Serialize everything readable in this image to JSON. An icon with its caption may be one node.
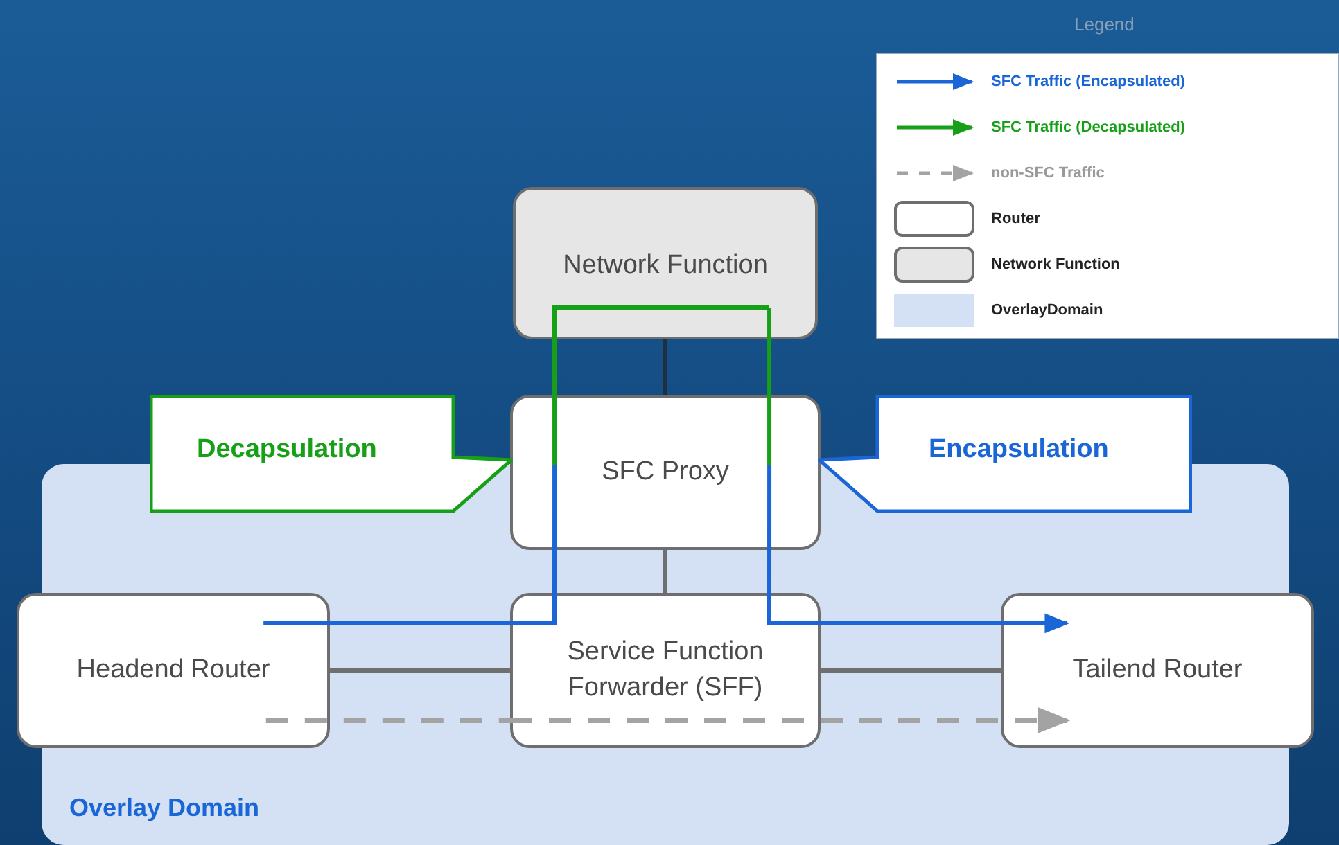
{
  "diagram": {
    "nodes": [
      {
        "text": [
          "Overlay Domain"
        ]
      },
      {
        "text": [
          "Network Function"
        ]
      },
      {
        "text": [
          "SFC Proxy"
        ]
      },
      {
        "text": [
          "Headend Router"
        ]
      },
      {
        "text": [
          "Service Function Forwarder (SFF)"
        ],
        "in": 0
      },
      {
        "text": [
          "Tailend Router"
        ]
      },
      {
        "text": [
          "Decapsulation"
        ]
      },
      {
        "text": [
          "Encapsulation"
        ]
      }
    ],
    "edges": [
      {
        "from": 1,
        "to": 2,
        "arrow": "none",
        "color": "#1e2f42"
      },
      {
        "from": 2,
        "to": 4,
        "arrow": "none",
        "color": "#6f6f6f"
      },
      {
        "from": 3,
        "to": 4,
        "arrow": "none",
        "color": "#6f6f6f"
      },
      {
        "from": 4,
        "to": 5,
        "arrow": "none",
        "color": "#6f6f6f"
      },
      {
        "from": 3,
        "to": 4,
        "arrow": "none",
        "color": "#1a66d6"
      },
      {
        "from": 4,
        "to": 2,
        "arrow": "none",
        "color": "#1a66d6"
      },
      {
        "from": 2,
        "to": 1,
        "arrow": "none",
        "color": "#17a017"
      },
      {
        "from": 1,
        "to": 2,
        "arrow": "none",
        "color": "#17a017"
      },
      {
        "from": 2,
        "to": 4,
        "arrow": "none",
        "color": "#1a66d6"
      },
      {
        "from": 4,
        "to": 5,
        "arrow": "to",
        "color": "#1a66d6"
      },
      {
        "from": 3,
        "to": 4,
        "arrow": "none",
        "style": "dashed",
        "color": "#a3a3a3"
      },
      {
        "from": 4,
        "to": 5,
        "arrow": "to",
        "style": "dashed",
        "color": "#a3a3a3"
      }
    ],
    "labels": [
      "Legend"
    ],
    "legend": [
      {
        "text": "SFC Traffic (Encapsulated)"
      },
      {
        "text": "SFC Traffic (Decapsulated)"
      },
      {
        "text": "non-SFC Traffic"
      },
      {
        "text": "Router"
      },
      {
        "text": "Network Function"
      },
      {
        "text": "OverlayDomain",
        "color": "#d4e1f4"
      }
    ]
  }
}
